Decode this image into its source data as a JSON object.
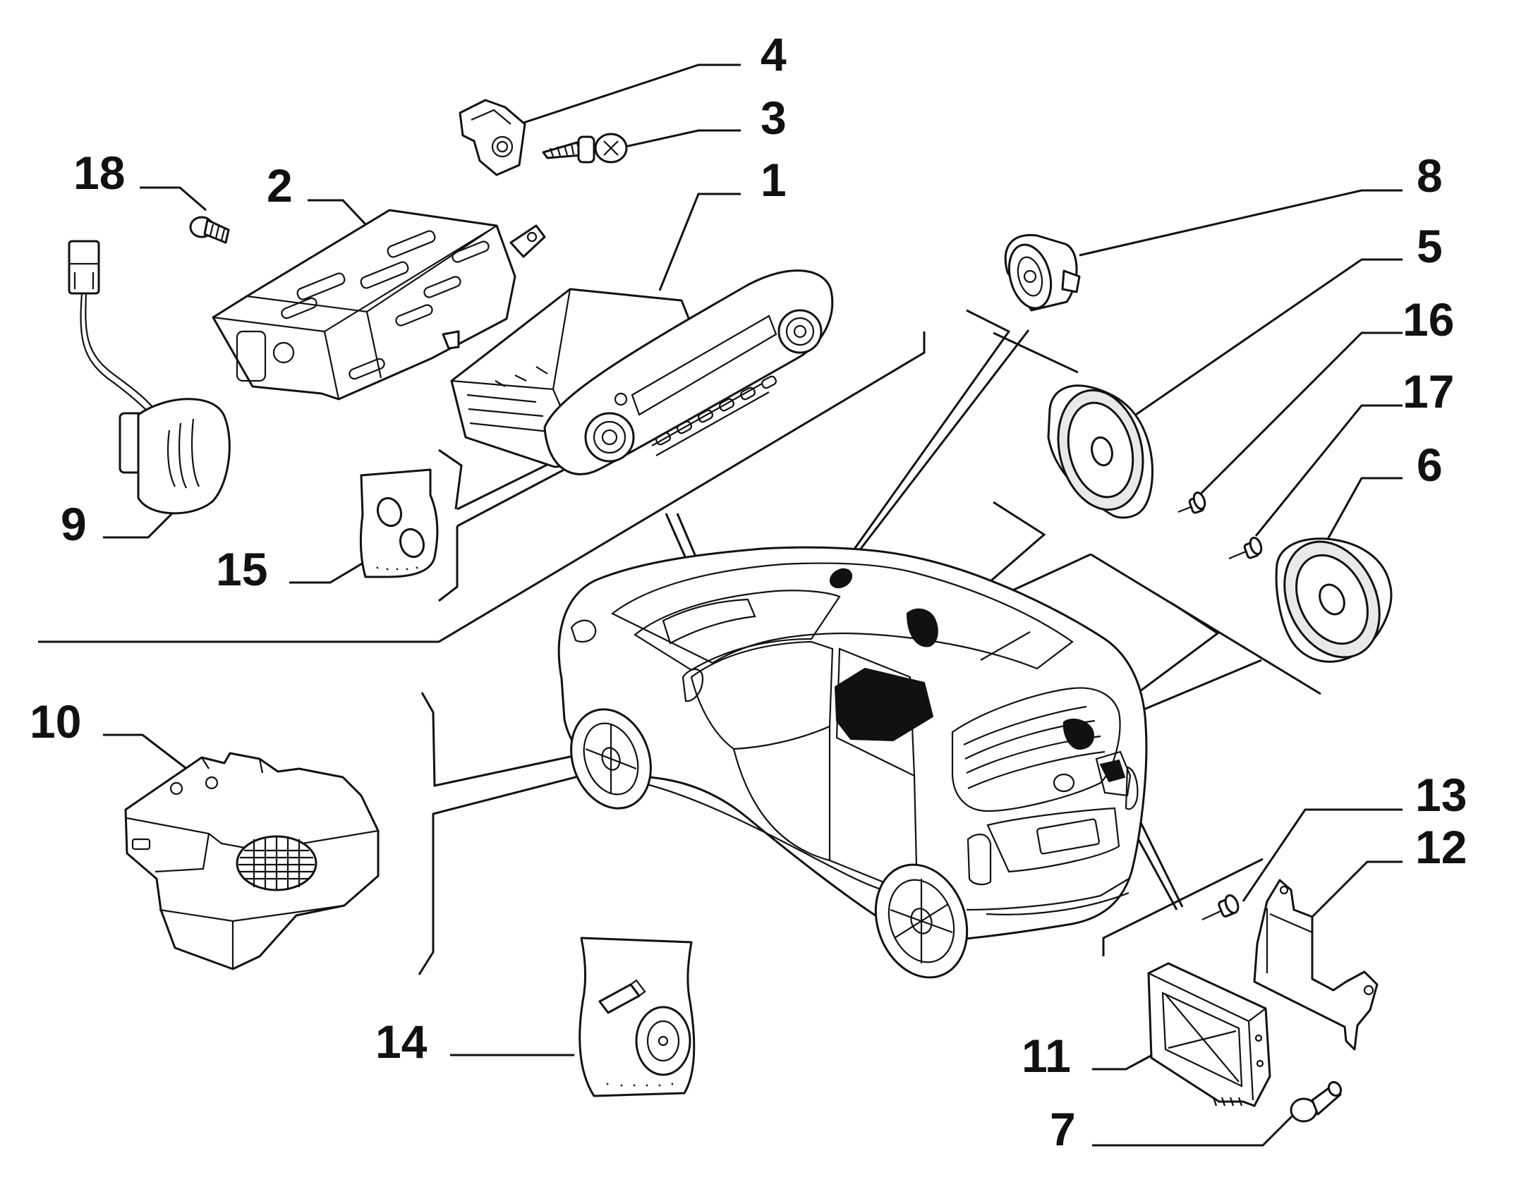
{
  "callouts": [
    "1",
    "2",
    "3",
    "4",
    "5",
    "6",
    "7",
    "8",
    "9",
    "10",
    "11",
    "12",
    "13",
    "14",
    "15",
    "16",
    "17",
    "18"
  ],
  "colors": {
    "ink": "#111111",
    "background": "#ffffff"
  }
}
